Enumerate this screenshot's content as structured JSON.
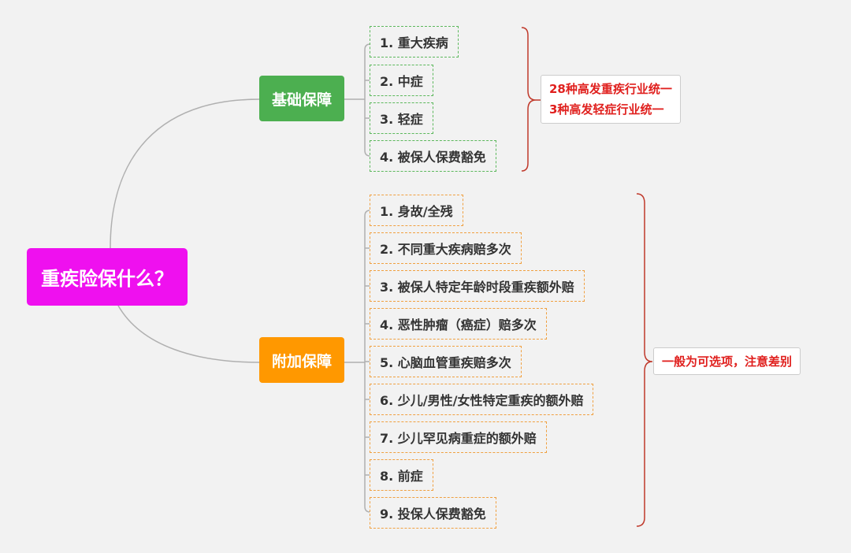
{
  "root": {
    "label": "重疾险保什么？"
  },
  "categories": [
    {
      "label": "基础保障",
      "items": [
        "1. 重大疾病",
        "2. 中症",
        "3. 轻症",
        "4. 被保人保费豁免"
      ],
      "note": [
        "28种高发重疾行业统一",
        "3种高发轻症行业统一"
      ]
    },
    {
      "label": "附加保障",
      "items": [
        "1. 身故/全残",
        "2. 不同重大疾病赔多次",
        "3. 被保人特定年龄时段重疾额外赔",
        "4. 恶性肿瘤（癌症）赔多次",
        "5. 心脑血管重疾赔多次",
        "6. 少儿/男性/女性特定重疾的额外赔",
        "7. 少儿罕见病重症的额外赔",
        "8. 前症",
        "9. 投保人保费豁免"
      ],
      "note": [
        "一般为可选项，注意差别"
      ]
    }
  ],
  "colors": {
    "root": "#ef10ef",
    "basic": "#4caf50",
    "addon": "#ff9800",
    "note_text": "#e0201e",
    "connector": "#b0b0b0",
    "brace": "#c0392b"
  }
}
